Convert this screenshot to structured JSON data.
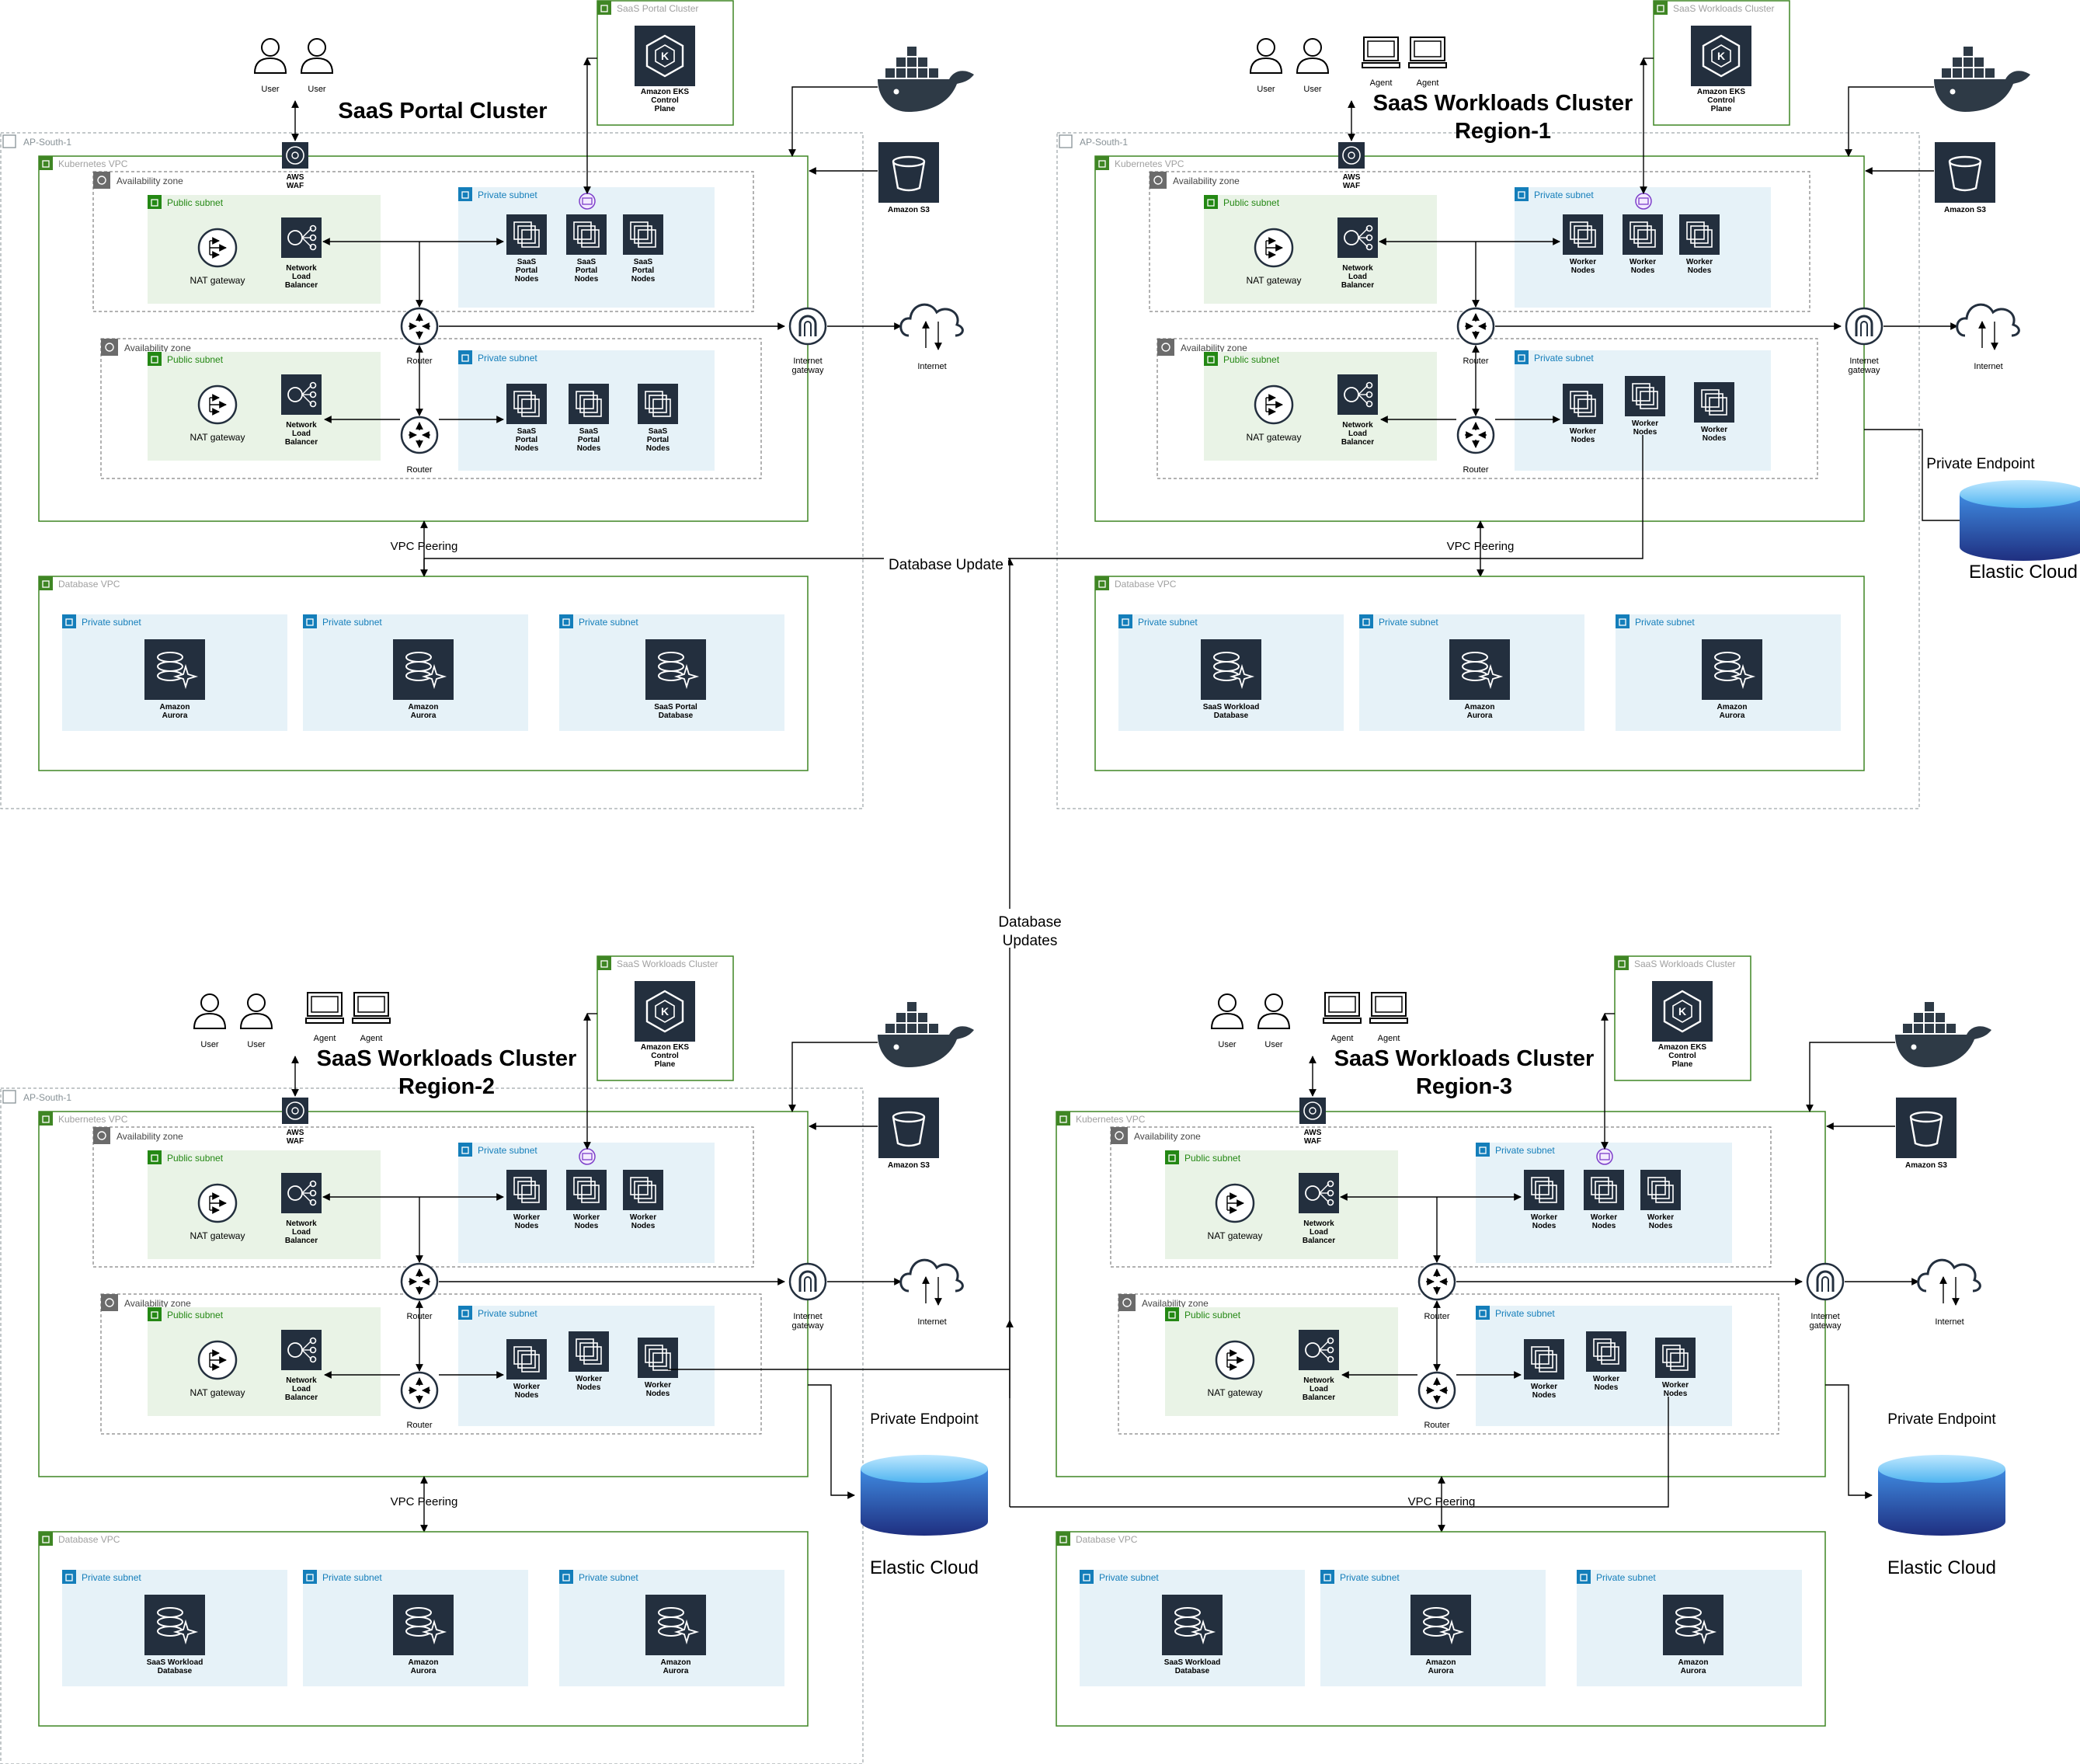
{
  "colors": {
    "vpc_green": "#3f8624",
    "public_subnet_fill": "#e9f3e6",
    "public_subnet_text": "#248814",
    "private_subnet_fill": "#e6f2f8",
    "private_subnet_text": "#147eba",
    "region_border": "#879196",
    "icon_dark": "#232f3e",
    "docker": "#2e3a46",
    "database_blue_top": "#3f8ae0",
    "database_blue_bottom": "#1f2f80"
  },
  "region_label": "AP-South-1",
  "kubernetes_vpc_label": "Kubernetes VPC",
  "database_vpc_label": "Database VPC",
  "availability_zone_label": "Availability zone",
  "public_subnet_label": "Public subnet",
  "private_subnet_label": "Private subnet",
  "nat_gateway_label": "NAT gateway",
  "nlb_label": "Network Load Balancer",
  "router_label": "Router",
  "internet_gateway_label": "Internet gateway",
  "internet_label": "Internet",
  "s3_label": "Amazon S3",
  "waf_label": "AWS WAF",
  "eks_label": "Amazon EKS Control Plane",
  "aurora_label": "Amazon Aurora",
  "user_label": "User",
  "agent_label": "Agent",
  "vpc_peering_label": "VPC Peering",
  "private_endpoint_label": "Private Endpoint",
  "elastic_cloud_label": "Elastic Cloud",
  "database_update_label": "Database Update",
  "database_updates_label": "Database Updates",
  "clusters": [
    {
      "title": "SaaS Portal Cluster",
      "eks_cluster_label": "SaaS Portal Cluster",
      "node_label": "SaaS Portal Nodes",
      "db_label": "SaaS Portal Database",
      "has_agents": false,
      "has_region_box": true,
      "has_elastic": false
    },
    {
      "title": "SaaS Workloads Cluster Region-1",
      "eks_cluster_label": "SaaS Workloads Cluster",
      "node_label": "Worker Nodes",
      "db_label": "SaaS Workload Database",
      "has_agents": true,
      "has_region_box": true,
      "has_elastic": true
    },
    {
      "title": "SaaS Workloads Cluster Region-2",
      "eks_cluster_label": "SaaS Workloads Cluster",
      "node_label": "Worker Nodes",
      "db_label": "SaaS Workload Database",
      "has_agents": true,
      "has_region_box": true,
      "has_elastic": true
    },
    {
      "title": "SaaS Workloads Cluster Region-3",
      "eks_cluster_label": "SaaS Workloads Cluster",
      "node_label": "Worker Nodes",
      "db_label": "SaaS Workload Database",
      "has_agents": true,
      "has_region_box": false,
      "has_elastic": true
    }
  ]
}
